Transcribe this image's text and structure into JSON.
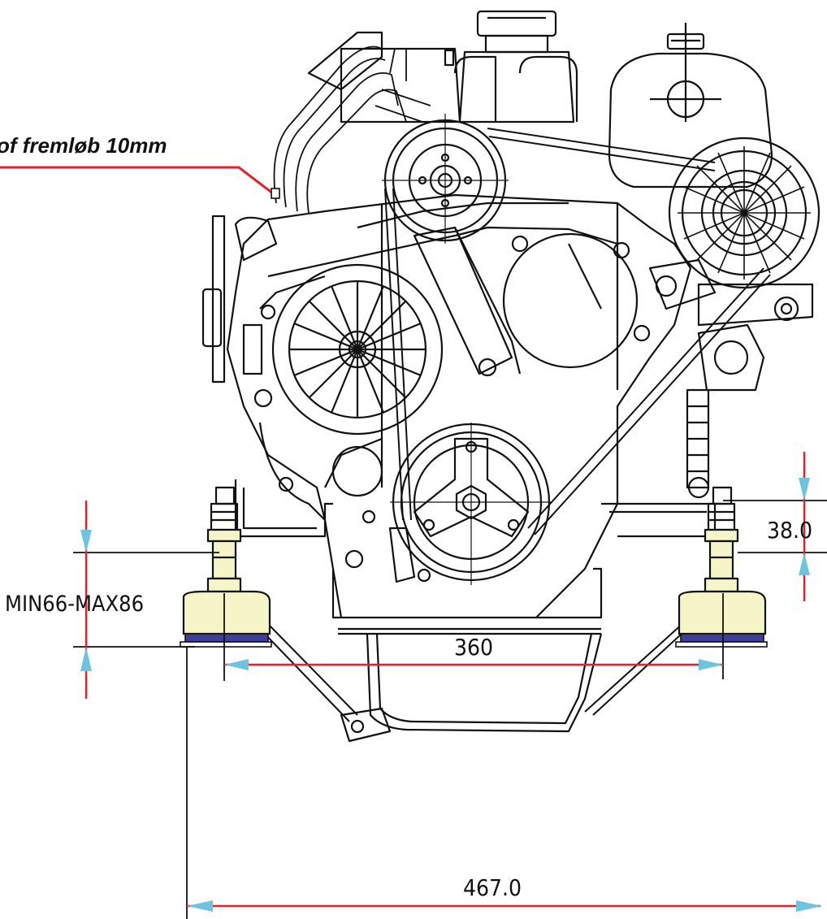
{
  "note": {
    "text": "of fremløb 10mm",
    "leader_color": "#e8202a"
  },
  "dimensions": {
    "height": "38.0",
    "mount_range": "MIN66-MAX86",
    "mount_spacing": "360",
    "overall_width": "467.0"
  },
  "colors": {
    "dimension_line": "#e8202a",
    "arrow": "#6cc4e0",
    "mount_body": "#f5f5c8",
    "mount_base": "#3d3f9a",
    "ink": "#111111"
  }
}
